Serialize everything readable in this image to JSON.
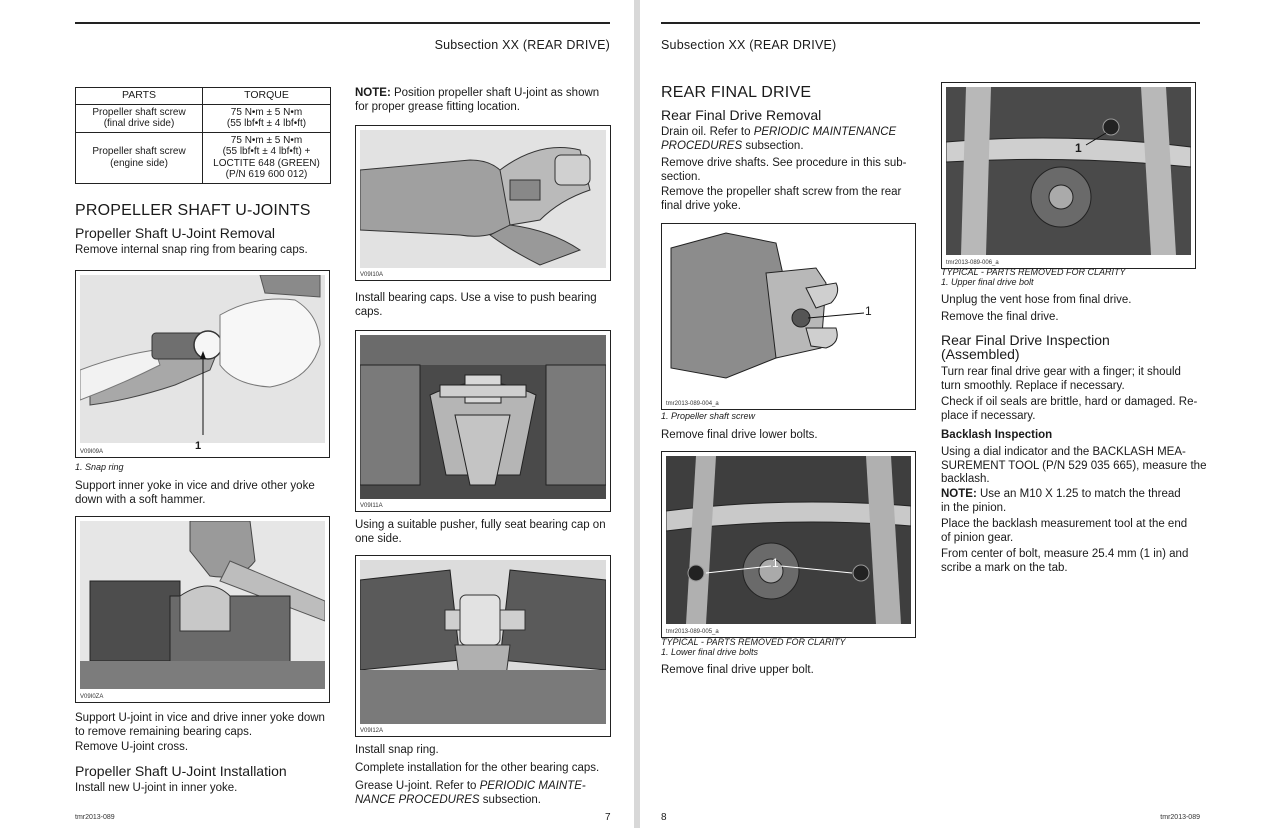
{
  "left": {
    "header": "Subsection XX (REAR DRIVE)",
    "table": {
      "headers": [
        "PARTS",
        "TORQUE"
      ],
      "rows": [
        {
          "part": [
            "Propeller shaft screw",
            "(final drive side)"
          ],
          "torque": [
            "75 N•m ± 5 N•m",
            "(55 lbf•ft ± 4 lbf•ft)"
          ]
        },
        {
          "part": [
            "Propeller shaft screw",
            "(engine side)"
          ],
          "torque": [
            "75 N•m ± 5 N•m",
            "(55 lbf•ft ± 4 lbf•ft) +",
            "LOCTITE 648 (GREEN)",
            "(P/N 619 600 012)"
          ]
        }
      ]
    },
    "heading1": "PROPELLER SHAFT U-JOINTS",
    "removal_heading": "Propeller Shaft U-Joint Removal",
    "removal_p1": "Remove internal snap ring from bearing caps.",
    "fig1": {
      "code": "V09I09A",
      "callout": "1",
      "caption": "1. Snap ring"
    },
    "support_p": [
      "Support inner yoke in vice and drive other yoke",
      "down with a soft hammer."
    ],
    "fig2": {
      "code": "V09I0ZA"
    },
    "support_p2": [
      "Support U-joint in vice and drive inner yoke down",
      "to remove remaining bearing caps."
    ],
    "remove_cross": "Remove U-joint cross.",
    "install_heading": "Propeller Shaft U-Joint Installation",
    "install_p1": "Install new U-joint in inner yoke.",
    "note_label": "NOTE:",
    "note_text1": " Position propeller shaft U-joint as shown",
    "note_text2": "for proper grease fitting location.",
    "fig3": {
      "code": "V09I10A"
    },
    "bearing_p": [
      "Install bearing caps.  Use a vise to push bearing",
      "caps."
    ],
    "fig4": {
      "code": "V09I11A"
    },
    "pusher_p": [
      "Using a suitable pusher, fully seat bearing cap on",
      "one side."
    ],
    "fig5": {
      "code": "V09I12A"
    },
    "snap_p": "Install snap ring.",
    "complete_p": "Complete installation for the other bearing caps.",
    "grease_a": "Grease  U-joint.   Refer  to ",
    "grease_ref1": "PERIODIC  MAINTE-",
    "grease_ref2": "NANCE PROCEDURES",
    "grease_b": " subsection.",
    "footer": "tmr2013-089",
    "page_number": "7"
  },
  "right": {
    "header": "Subsection XX (REAR DRIVE)",
    "heading1": "REAR FINAL DRIVE",
    "removal_heading": "Rear Final Drive Removal",
    "drain_a": "Drain  oil.   Refer  to ",
    "drain_ref1": "PERIODIC  MAINTENANCE",
    "drain_ref2": "PROCEDURES",
    "drain_b": " subsection.",
    "shafts_p": [
      "Remove drive shafts.  See procedure in this sub-",
      "section."
    ],
    "screw_p": [
      "Remove the propeller shaft screw from the rear",
      "final drive yoke."
    ],
    "fig6": {
      "code": "tmr2013-089-004_a",
      "callout": "1",
      "caption": "1. Propeller shaft screw"
    },
    "lower_p": "Remove final drive lower bolts.",
    "fig7": {
      "code": "tmr2013-089-005_a",
      "callout": "1",
      "caption1": "TYPICAL - PARTS REMOVED FOR CLARITY",
      "caption2": "1. Lower final drive bolts"
    },
    "upper_p": "Remove final drive upper bolt.",
    "fig8": {
      "code": "tmr2013-089-006_a",
      "callout": "1",
      "caption1": "TYPICAL - PARTS REMOVED FOR CLARITY",
      "caption2": "1. Upper final drive bolt"
    },
    "vent_p": "Unplug the vent hose from final drive.",
    "remove_fd": "Remove the final drive.",
    "inspection_heading": [
      "Rear Final Drive Inspection",
      "(Assembled)"
    ],
    "turn_p": [
      "Turn rear final drive gear with a finger; it should",
      "turn smoothly.  Replace if necessary."
    ],
    "check_p": [
      "Check if oil seals are brittle, hard or damaged.  Re-",
      "place if necessary."
    ],
    "backlash_heading": "Backlash Inspection",
    "dial_p": [
      "Using  a  dial  indicator  and  the  BACKLASH  MEA-",
      "SUREMENT  TOOL  (P/N  529  035  665),  measure  the",
      "backlash."
    ],
    "note_label": "NOTE:",
    "note_text1": "  Use an M10 X 1.25 to match the thread",
    "note_text2": "in the pinion.",
    "place_p": [
      "Place the backlash measurement tool at the end",
      "of pinion gear."
    ],
    "center_p": [
      "From center of bolt, measure 25.4 mm (1 in) and",
      "scribe a mark on the tab."
    ],
    "page_number": "8",
    "footer": "tmr2013-089"
  }
}
